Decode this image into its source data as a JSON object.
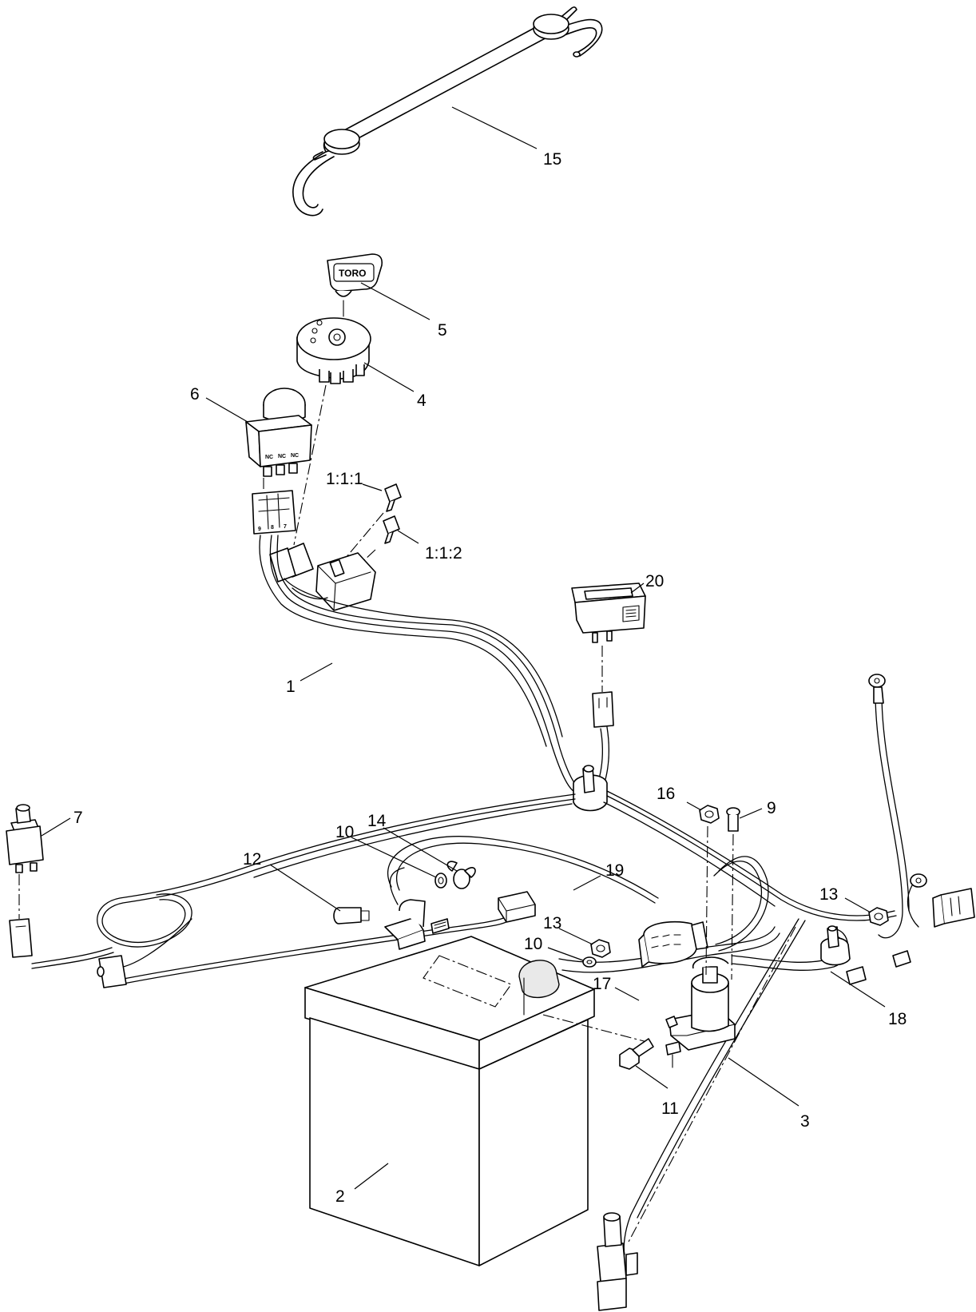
{
  "callouts": [
    {
      "id": "15",
      "label": "15"
    },
    {
      "id": "5",
      "label": "5"
    },
    {
      "id": "4",
      "label": "4"
    },
    {
      "id": "6",
      "label": "6"
    },
    {
      "id": "1-1-1",
      "label": "1:1:1"
    },
    {
      "id": "1-1-2",
      "label": "1:1:2"
    },
    {
      "id": "20",
      "label": "20"
    },
    {
      "id": "1",
      "label": "1"
    },
    {
      "id": "7",
      "label": "7"
    },
    {
      "id": "16",
      "label": "16"
    },
    {
      "id": "9",
      "label": "9"
    },
    {
      "id": "14",
      "label": "14"
    },
    {
      "id": "10a",
      "label": "10"
    },
    {
      "id": "12",
      "label": "12"
    },
    {
      "id": "19",
      "label": "19"
    },
    {
      "id": "13a",
      "label": "13"
    },
    {
      "id": "13b",
      "label": "13"
    },
    {
      "id": "10b",
      "label": "10"
    },
    {
      "id": "17",
      "label": "17"
    },
    {
      "id": "18",
      "label": "18"
    },
    {
      "id": "11",
      "label": "11"
    },
    {
      "id": "3",
      "label": "3"
    },
    {
      "id": "2",
      "label": "2"
    }
  ],
  "markings": {
    "key_brand": "TORO",
    "switch_terminals": [
      "NC",
      "NC",
      "NC"
    ],
    "connector_pins": [
      "9",
      "8",
      "7"
    ]
  }
}
